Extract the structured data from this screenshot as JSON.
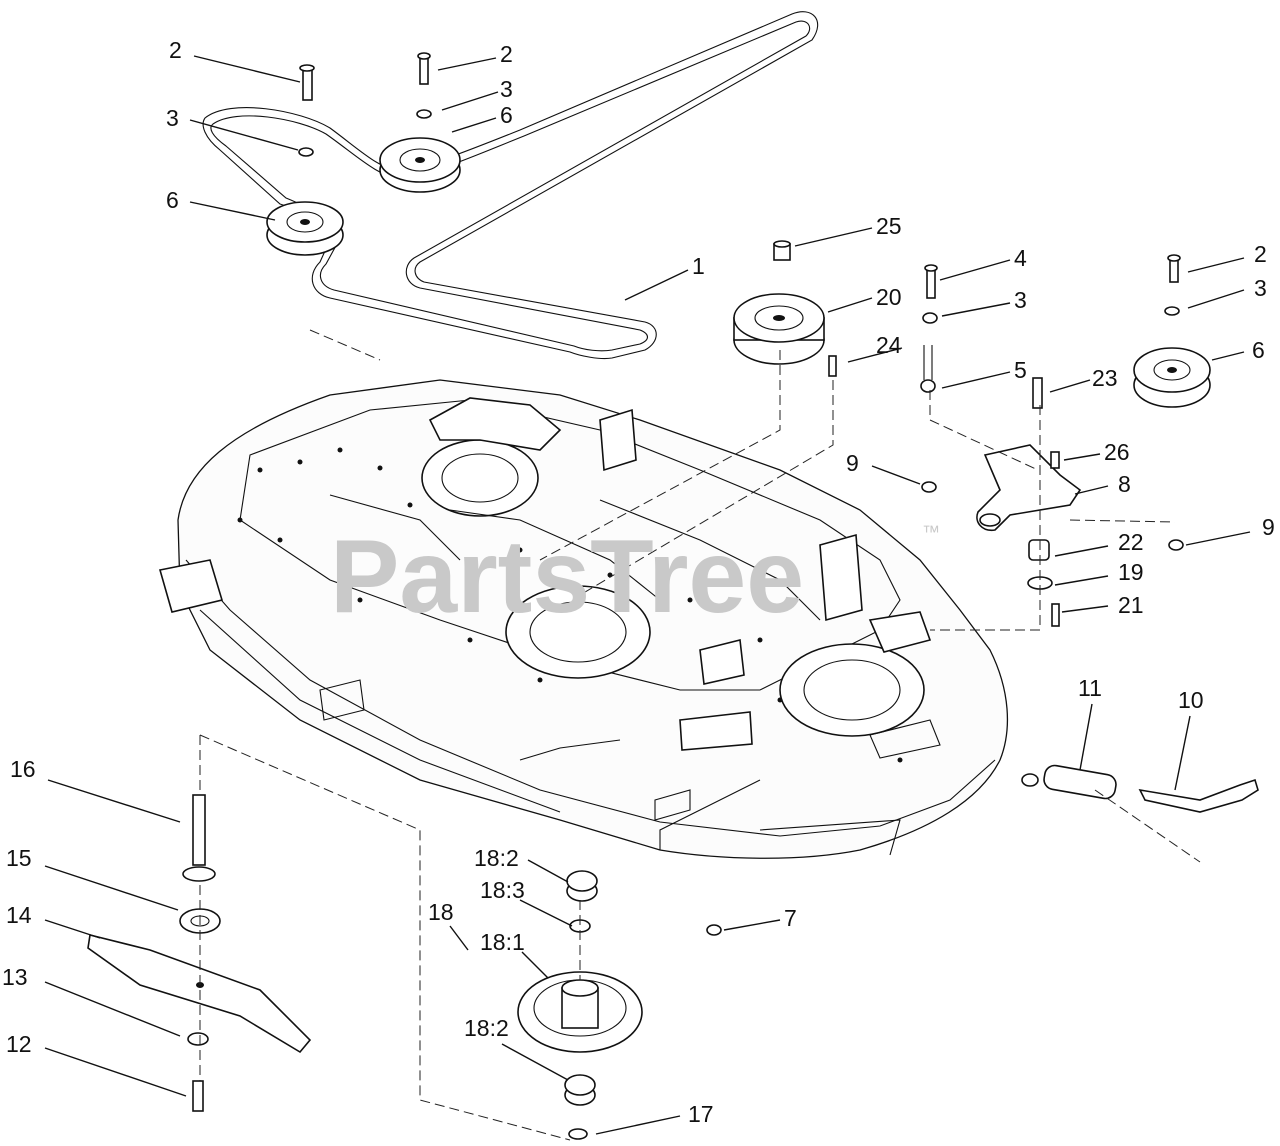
{
  "watermark": {
    "text": "PartsTree",
    "trademark": "™"
  },
  "callouts": [
    {
      "id": "c2a",
      "text": "2"
    },
    {
      "id": "c2b",
      "text": "2"
    },
    {
      "id": "c3a",
      "text": "3"
    },
    {
      "id": "c3b",
      "text": "3"
    },
    {
      "id": "c6a",
      "text": "6"
    },
    {
      "id": "c6b",
      "text": "6"
    },
    {
      "id": "c25",
      "text": "25"
    },
    {
      "id": "c1",
      "text": "1"
    },
    {
      "id": "c20",
      "text": "20"
    },
    {
      "id": "c24",
      "text": "24"
    },
    {
      "id": "c4",
      "text": "4"
    },
    {
      "id": "c3c",
      "text": "3"
    },
    {
      "id": "c2c",
      "text": "2"
    },
    {
      "id": "c3d",
      "text": "3"
    },
    {
      "id": "c6c",
      "text": "6"
    },
    {
      "id": "c5",
      "text": "5"
    },
    {
      "id": "c23",
      "text": "23"
    },
    {
      "id": "c26",
      "text": "26"
    },
    {
      "id": "c9a",
      "text": "9"
    },
    {
      "id": "c8",
      "text": "8"
    },
    {
      "id": "c9b",
      "text": "9"
    },
    {
      "id": "c22",
      "text": "22"
    },
    {
      "id": "c19",
      "text": "19"
    },
    {
      "id": "c21",
      "text": "21"
    },
    {
      "id": "c11",
      "text": "11"
    },
    {
      "id": "c10",
      "text": "10"
    },
    {
      "id": "c16",
      "text": "16"
    },
    {
      "id": "c15",
      "text": "15"
    },
    {
      "id": "c14",
      "text": "14"
    },
    {
      "id": "c13",
      "text": "13"
    },
    {
      "id": "c12",
      "text": "12"
    },
    {
      "id": "c18_2a",
      "text": "18:2"
    },
    {
      "id": "c18_3",
      "text": "18:3"
    },
    {
      "id": "c18",
      "text": "18"
    },
    {
      "id": "c18_1",
      "text": "18:1"
    },
    {
      "id": "c7",
      "text": "7"
    },
    {
      "id": "c18_2b",
      "text": "18:2"
    },
    {
      "id": "c17",
      "text": "17"
    }
  ]
}
